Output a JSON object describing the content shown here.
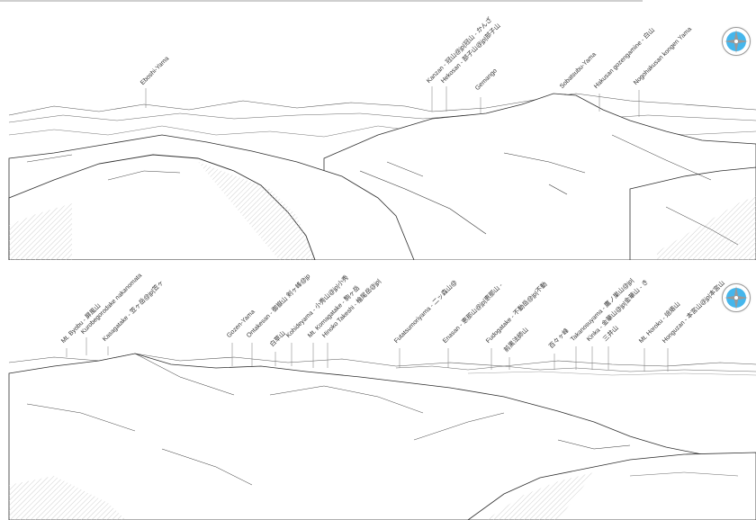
{
  "progress_fraction": 0.85,
  "top_panel": {
    "labels": [
      "Eboshi-Yama",
      "Kanzan - 冠山@jp|冠山 - かんざ",
      "Hekosan - 部子山@jp|部子山",
      "Gemango",
      "Sobatsubu-Yama",
      "Hakusan gozengamine - 白山",
      "Nogohakusan kongen Yama"
    ]
  },
  "bottom_panel": {
    "labels": [
      "Mt. Byobu - 屏風山",
      "Kurobegorodake nakanomata",
      "Kasagatake - 笠ヶ岳@jp|笠ヶ",
      "Gozen-Yama",
      "Ontakesan - 御嶽山 剣ヶ峰@jp",
      "白草山",
      "Kohideyama - 小秀山@jp|小秀",
      "Mt. Komagatake - 駒ヶ岳",
      "Hinoko Takeshi - 檜尾岳@jp|",
      "Futatsumoriyama - 二ッ森山@",
      "Enasan - 恵那山@jp|恵那山 -",
      "Fudogatake - 不動岳@jp|不動",
      "前黒法師山",
      "百々ヶ峰",
      "Takanosuyama - 鷹ノ巣山@jp|",
      "Kinka - 金華山@jp|金華山 - き",
      "三井山",
      "Mt. Horoku - 焙烙山",
      "Honguzan - 本宮山@jp|本宮山"
    ]
  },
  "icons": {
    "compass": "compass-icon"
  },
  "colors": {
    "accent": "#45b6ec",
    "line": "#3a3a3a",
    "hatch": "#bdbdbd"
  }
}
